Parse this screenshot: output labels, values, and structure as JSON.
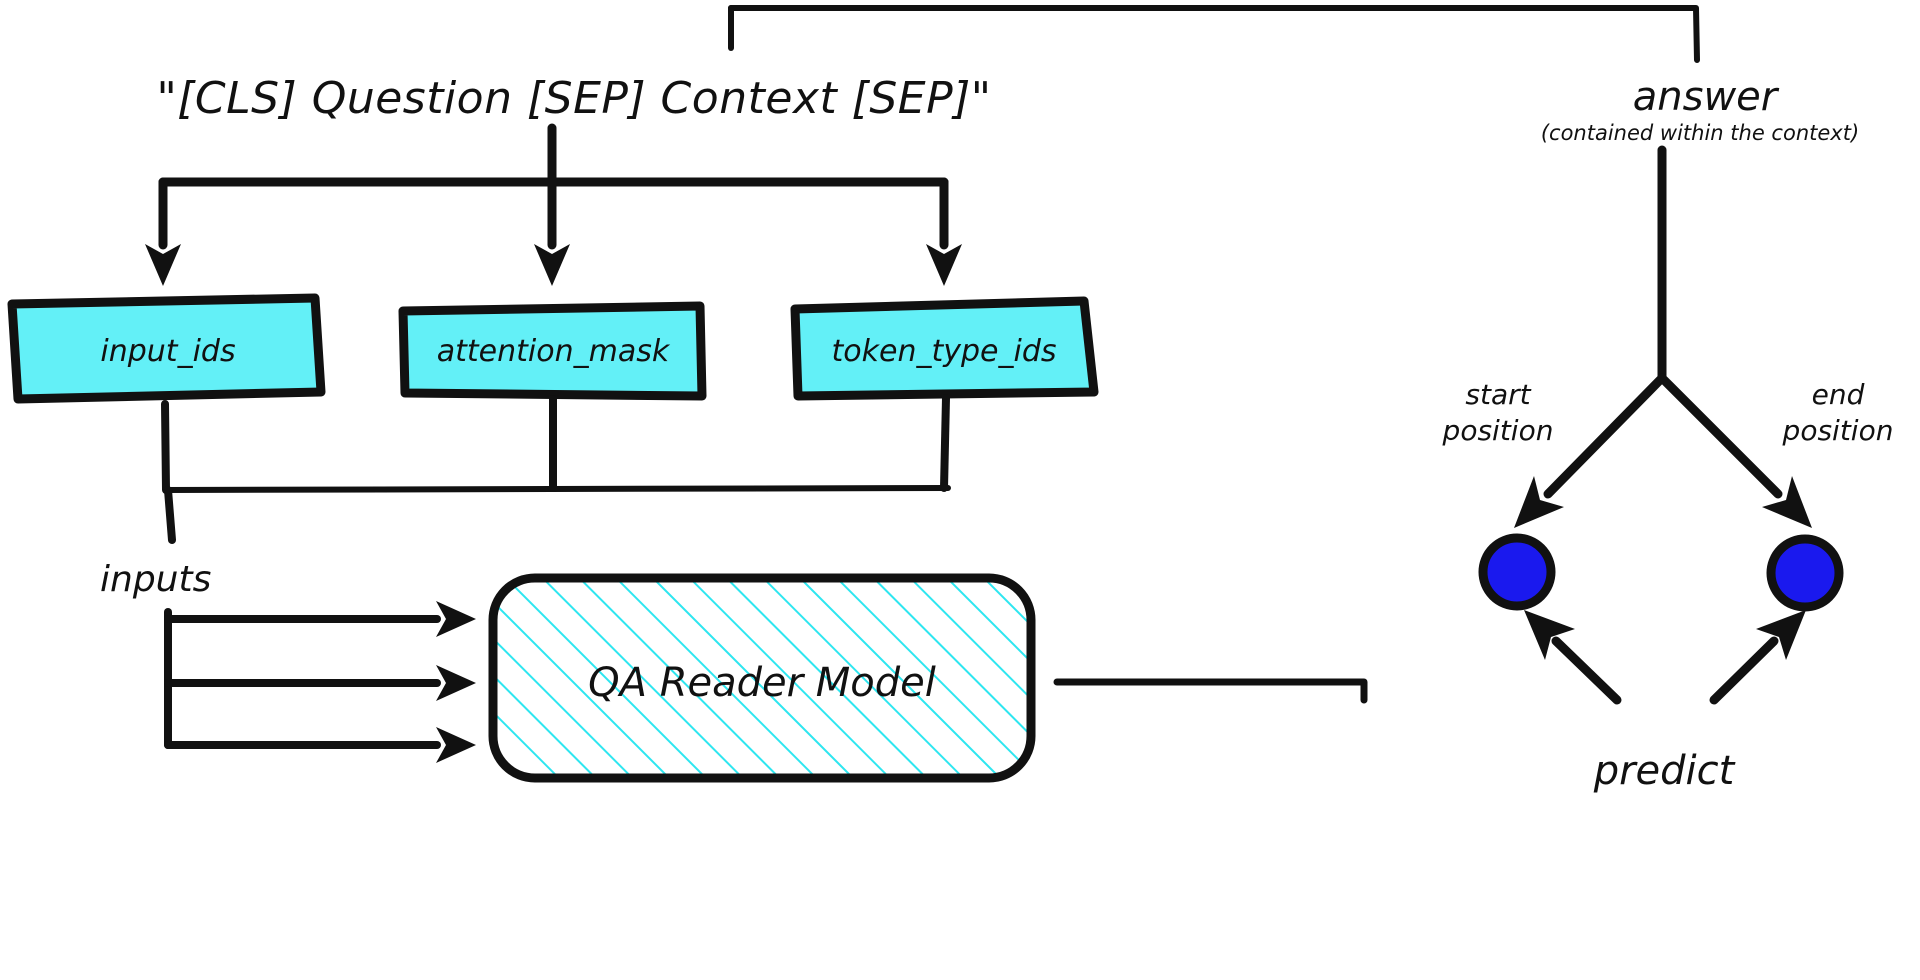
{
  "diagram": {
    "title_prompt": "\"[CLS] Question [SEP] Context [SEP]\"",
    "answer_label": "answer",
    "answer_sublabel": "(contained within the context)",
    "inputs_label": "inputs",
    "predict_label": "predict",
    "model_label": "QA Reader Model",
    "tensor_boxes": [
      {
        "label": "input_ids"
      },
      {
        "label": "attention_mask"
      },
      {
        "label": "token_type_ids"
      }
    ],
    "position_labels": [
      {
        "line1": "start",
        "line2": "position"
      },
      {
        "line1": "end",
        "line2": "position"
      }
    ],
    "colors": {
      "cyan_fill": "#63F0F7",
      "hatch_cyan": "#2EE6F0",
      "blue_node": "#1A19EE",
      "ink": "#111111",
      "background": "#FFFFFF"
    }
  }
}
